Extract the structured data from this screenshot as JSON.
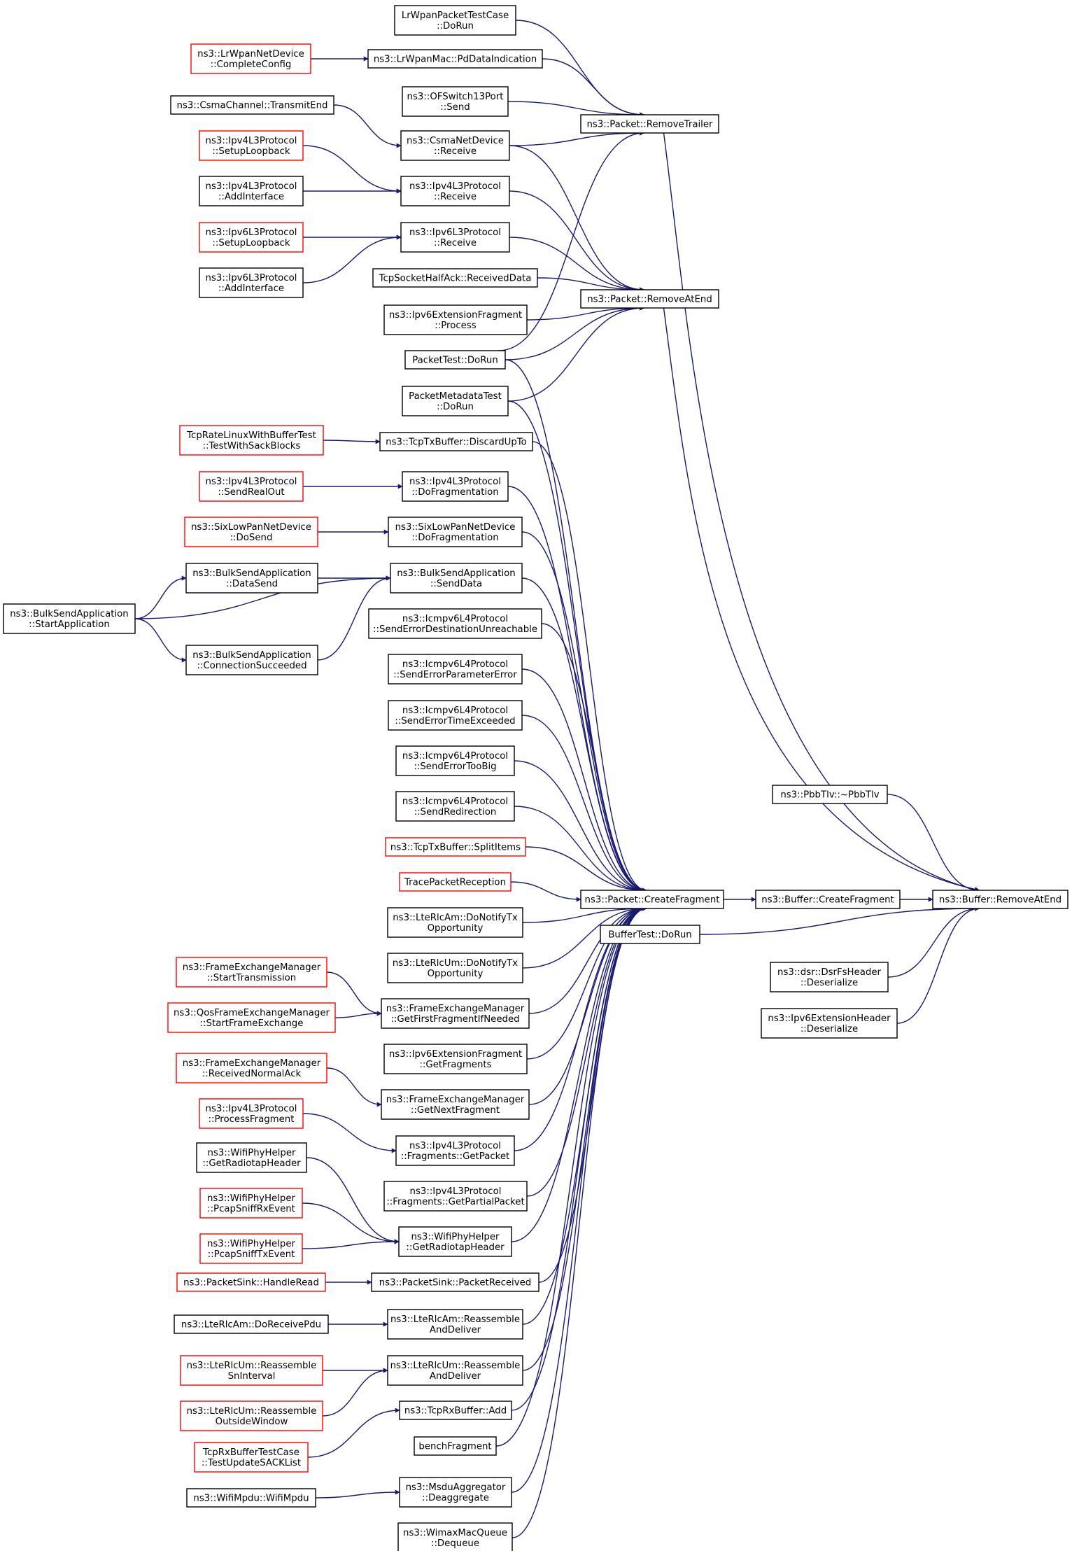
{
  "colors": {
    "edge": "#191970",
    "node_border_default": "#000000",
    "node_border_truncated": "#ff0000",
    "node_fill_default": "#ffffff",
    "node_fill_focus": "#bfbfbf"
  },
  "nodes": {
    "remove_at_end_buffer": {
      "lines": [
        "ns3::Buffer::RemoveAtEnd"
      ],
      "border": "black",
      "focus": true
    },
    "buffer_create_fragment": {
      "lines": [
        "ns3::Buffer::CreateFragment"
      ],
      "border": "black"
    },
    "buffer_test_do_run": {
      "lines": [
        "BufferTest::DoRun"
      ],
      "border": "black"
    },
    "pbbtlv_dtor": {
      "lines": [
        "ns3::PbbTlv::~PbbTlv"
      ],
      "border": "black"
    },
    "dsr_fs_header_deserialize": {
      "lines": [
        "ns3::dsr::DsrFsHeader",
        "::Deserialize"
      ],
      "border": "black"
    },
    "ipv6_extension_header_deserialize": {
      "lines": [
        "ns3::Ipv6ExtensionHeader",
        "::Deserialize"
      ],
      "border": "black"
    },
    "packet_remove_trailer": {
      "lines": [
        "ns3::Packet::RemoveTrailer"
      ],
      "border": "black"
    },
    "packet_remove_at_end": {
      "lines": [
        "ns3::Packet::RemoveAtEnd"
      ],
      "border": "black"
    },
    "packet_create_fragment": {
      "lines": [
        "ns3::Packet::CreateFragment"
      ],
      "border": "black"
    },
    "lrwpan_packet_test_case_do_run": {
      "lines": [
        "LrWpanPacketTestCase",
        "::DoRun"
      ],
      "border": "black"
    },
    "lrwpan_mac_pd_data_indication": {
      "lines": [
        "ns3::LrWpanMac::PdDataIndication"
      ],
      "border": "black"
    },
    "lrwpan_net_device_complete_config": {
      "lines": [
        "ns3::LrWpanNetDevice",
        "::CompleteConfig"
      ],
      "border": "red"
    },
    "ofswitch13_port_send": {
      "lines": [
        "ns3::OFSwitch13Port",
        "::Send"
      ],
      "border": "black"
    },
    "csma_channel_transmit_end": {
      "lines": [
        "ns3::CsmaChannel::TransmitEnd"
      ],
      "border": "black"
    },
    "csma_net_device_receive": {
      "lines": [
        "ns3::CsmaNetDevice",
        "::Receive"
      ],
      "border": "black"
    },
    "ipv4_l3_setup_loopback": {
      "lines": [
        "ns3::Ipv4L3Protocol",
        "::SetupLoopback"
      ],
      "border": "red"
    },
    "ipv4_l3_add_interface": {
      "lines": [
        "ns3::Ipv4L3Protocol",
        "::AddInterface"
      ],
      "border": "black"
    },
    "ipv4_l3_receive": {
      "lines": [
        "ns3::Ipv4L3Protocol",
        "::Receive"
      ],
      "border": "black"
    },
    "ipv6_l3_setup_loopback": {
      "lines": [
        "ns3::Ipv6L3Protocol",
        "::SetupLoopback"
      ],
      "border": "red"
    },
    "ipv6_l3_add_interface": {
      "lines": [
        "ns3::Ipv6L3Protocol",
        "::AddInterface"
      ],
      "border": "black"
    },
    "ipv6_l3_receive": {
      "lines": [
        "ns3::Ipv6L3Protocol",
        "::Receive"
      ],
      "border": "black"
    },
    "tcp_socket_half_ack_received_data": {
      "lines": [
        "TcpSocketHalfAck::ReceivedData"
      ],
      "border": "black"
    },
    "ipv6_extension_fragment_process": {
      "lines": [
        "ns3::Ipv6ExtensionFragment",
        "::Process"
      ],
      "border": "black"
    },
    "packet_test_do_run": {
      "lines": [
        "PacketTest::DoRun"
      ],
      "border": "black"
    },
    "packet_metadata_test_do_run": {
      "lines": [
        "PacketMetadataTest",
        "::DoRun"
      ],
      "border": "black"
    },
    "tcp_rate_linux_test_with_sack_blocks": {
      "lines": [
        "TcpRateLinuxWithBufferTest",
        "::TestWithSackBlocks"
      ],
      "border": "red"
    },
    "tcp_tx_buffer_discard_up_to": {
      "lines": [
        "ns3::TcpTxBuffer::DiscardUpTo"
      ],
      "border": "black"
    },
    "ipv4_l3_send_real_out": {
      "lines": [
        "ns3::Ipv4L3Protocol",
        "::SendRealOut"
      ],
      "border": "red"
    },
    "ipv4_l3_do_fragmentation": {
      "lines": [
        "ns3::Ipv4L3Protocol",
        "::DoFragmentation"
      ],
      "border": "black"
    },
    "sixlowpan_do_send": {
      "lines": [
        "ns3::SixLowPanNetDevice",
        "::DoSend"
      ],
      "border": "red"
    },
    "sixlowpan_do_fragmentation": {
      "lines": [
        "ns3::SixLowPanNetDevice",
        "::DoFragmentation"
      ],
      "border": "black"
    },
    "bulk_send_data_send": {
      "lines": [
        "ns3::BulkSendApplication",
        "::DataSend"
      ],
      "border": "black"
    },
    "bulk_send_start_application": {
      "lines": [
        "ns3::BulkSendApplication",
        "::StartApplication"
      ],
      "border": "black"
    },
    "bulk_send_connection_succeeded": {
      "lines": [
        "ns3::BulkSendApplication",
        "::ConnectionSucceeded"
      ],
      "border": "black"
    },
    "bulk_send_send_data": {
      "lines": [
        "ns3::BulkSendApplication",
        "::SendData"
      ],
      "border": "black"
    },
    "icmpv6_send_error_dest_unreachable": {
      "lines": [
        "ns3::Icmpv6L4Protocol",
        "::SendErrorDestinationUnreachable"
      ],
      "border": "black"
    },
    "icmpv6_send_error_parameter_error": {
      "lines": [
        "ns3::Icmpv6L4Protocol",
        "::SendErrorParameterError"
      ],
      "border": "black"
    },
    "icmpv6_send_error_time_exceeded": {
      "lines": [
        "ns3::Icmpv6L4Protocol",
        "::SendErrorTimeExceeded"
      ],
      "border": "black"
    },
    "icmpv6_send_error_too_big": {
      "lines": [
        "ns3::Icmpv6L4Protocol",
        "::SendErrorTooBig"
      ],
      "border": "black"
    },
    "icmpv6_send_redirection": {
      "lines": [
        "ns3::Icmpv6L4Protocol",
        "::SendRedirection"
      ],
      "border": "black"
    },
    "tcp_tx_buffer_split_items": {
      "lines": [
        "ns3::TcpTxBuffer::SplitItems"
      ],
      "border": "red"
    },
    "trace_packet_reception": {
      "lines": [
        "TracePacketReception"
      ],
      "border": "red"
    },
    "lte_rlc_am_do_notify_tx_opportunity": {
      "lines": [
        "ns3::LteRlcAm::DoNotifyTx",
        "Opportunity"
      ],
      "border": "black"
    },
    "lte_rlc_um_do_notify_tx_opportunity": {
      "lines": [
        "ns3::LteRlcUm::DoNotifyTx",
        "Opportunity"
      ],
      "border": "black"
    },
    "fem_start_transmission": {
      "lines": [
        "ns3::FrameExchangeManager",
        "::StartTransmission"
      ],
      "border": "red"
    },
    "qos_fem_start_frame_exchange": {
      "lines": [
        "ns3::QosFrameExchangeManager",
        "::StartFrameExchange"
      ],
      "border": "red"
    },
    "fem_get_first_fragment_if_needed": {
      "lines": [
        "ns3::FrameExchangeManager",
        "::GetFirstFragmentIfNeeded"
      ],
      "border": "black"
    },
    "ipv6_extension_fragment_get_fragments": {
      "lines": [
        "ns3::Ipv6ExtensionFragment",
        "::GetFragments"
      ],
      "border": "black"
    },
    "fem_received_normal_ack": {
      "lines": [
        "ns3::FrameExchangeManager",
        "::ReceivedNormalAck"
      ],
      "border": "red"
    },
    "fem_get_next_fragment": {
      "lines": [
        "ns3::FrameExchangeManager",
        "::GetNextFragment"
      ],
      "border": "black"
    },
    "ipv4_l3_process_fragment": {
      "lines": [
        "ns3::Ipv4L3Protocol",
        "::ProcessFragment"
      ],
      "border": "red"
    },
    "ipv4_fragments_get_packet": {
      "lines": [
        "ns3::Ipv4L3Protocol",
        "::Fragments::GetPacket"
      ],
      "border": "black"
    },
    "ipv4_fragments_get_partial_packet": {
      "lines": [
        "ns3::Ipv4L3Protocol",
        "::Fragments::GetPartialPacket"
      ],
      "border": "black"
    },
    "wifi_phy_helper_get_radiotap_header_left": {
      "lines": [
        "ns3::WifiPhyHelper",
        "::GetRadiotapHeader"
      ],
      "border": "black"
    },
    "wifi_phy_helper_pcap_sniff_rx_event": {
      "lines": [
        "ns3::WifiPhyHelper",
        "::PcapSniffRxEvent"
      ],
      "border": "red"
    },
    "wifi_phy_helper_pcap_sniff_tx_event": {
      "lines": [
        "ns3::WifiPhyHelper",
        "::PcapSniffTxEvent"
      ],
      "border": "red"
    },
    "wifi_phy_helper_get_radiotap_header": {
      "lines": [
        "ns3::WifiPhyHelper",
        "::GetRadiotapHeader"
      ],
      "border": "black"
    },
    "packet_sink_handle_read": {
      "lines": [
        "ns3::PacketSink::HandleRead"
      ],
      "border": "red"
    },
    "packet_sink_packet_received": {
      "lines": [
        "ns3::PacketSink::PacketReceived"
      ],
      "border": "black"
    },
    "lte_rlc_am_do_receive_pdu": {
      "lines": [
        "ns3::LteRlcAm::DoReceivePdu"
      ],
      "border": "black"
    },
    "lte_rlc_am_reassemble_and_deliver": {
      "lines": [
        "ns3::LteRlcAm::Reassemble",
        "AndDeliver"
      ],
      "border": "black"
    },
    "lte_rlc_um_reassemble_sn_interval": {
      "lines": [
        "ns3::LteRlcUm::Reassemble",
        "SnInterval"
      ],
      "border": "red"
    },
    "lte_rlc_um_reassemble_outside_window": {
      "lines": [
        "ns3::LteRlcUm::Reassemble",
        "OutsideWindow"
      ],
      "border": "red"
    },
    "lte_rlc_um_reassemble_and_deliver": {
      "lines": [
        "ns3::LteRlcUm::Reassemble",
        "AndDeliver"
      ],
      "border": "black"
    },
    "tcp_rx_buffer_test_update_sack_list": {
      "lines": [
        "TcpRxBufferTestCase",
        "::TestUpdateSACKList"
      ],
      "border": "red"
    },
    "tcp_rx_buffer_add": {
      "lines": [
        "ns3::TcpRxBuffer::Add"
      ],
      "border": "black"
    },
    "bench_fragment": {
      "lines": [
        "benchFragment"
      ],
      "border": "black"
    },
    "wifi_mpdu_ctor": {
      "lines": [
        "ns3::WifiMpdu::WifiMpdu"
      ],
      "border": "black"
    },
    "msdu_aggregator_deaggregate": {
      "lines": [
        "ns3::MsduAggregator",
        "::Deaggregate"
      ],
      "border": "black"
    },
    "wimax_mac_queue_dequeue": {
      "lines": [
        "ns3::WimaxMacQueue",
        "::Dequeue"
      ],
      "border": "black"
    }
  },
  "edges": [
    [
      "buffer_create_fragment",
      "remove_at_end_buffer"
    ],
    [
      "buffer_test_do_run",
      "remove_at_end_buffer"
    ],
    [
      "pbbtlv_dtor",
      "remove_at_end_buffer"
    ],
    [
      "dsr_fs_header_deserialize",
      "remove_at_end_buffer"
    ],
    [
      "ipv6_extension_header_deserialize",
      "remove_at_end_buffer"
    ],
    [
      "packet_remove_trailer",
      "remove_at_end_buffer"
    ],
    [
      "packet_remove_at_end",
      "remove_at_end_buffer"
    ],
    [
      "packet_create_fragment",
      "buffer_create_fragment"
    ],
    [
      "lrwpan_packet_test_case_do_run",
      "packet_remove_trailer"
    ],
    [
      "lrwpan_mac_pd_data_indication",
      "packet_remove_trailer"
    ],
    [
      "lrwpan_net_device_complete_config",
      "lrwpan_mac_pd_data_indication"
    ],
    [
      "ofswitch13_port_send",
      "packet_remove_trailer"
    ],
    [
      "csma_net_device_receive",
      "packet_remove_trailer"
    ],
    [
      "csma_channel_transmit_end",
      "csma_net_device_receive"
    ],
    [
      "packet_test_do_run",
      "packet_remove_trailer"
    ],
    [
      "csma_net_device_receive",
      "packet_remove_at_end"
    ],
    [
      "ipv4_l3_receive",
      "packet_remove_at_end"
    ],
    [
      "ipv4_l3_setup_loopback",
      "ipv4_l3_receive"
    ],
    [
      "ipv4_l3_add_interface",
      "ipv4_l3_receive"
    ],
    [
      "ipv6_l3_receive",
      "packet_remove_at_end"
    ],
    [
      "ipv6_l3_setup_loopback",
      "ipv6_l3_receive"
    ],
    [
      "ipv6_l3_add_interface",
      "ipv6_l3_receive"
    ],
    [
      "tcp_socket_half_ack_received_data",
      "packet_remove_at_end"
    ],
    [
      "ipv6_extension_fragment_process",
      "packet_remove_at_end"
    ],
    [
      "packet_test_do_run",
      "packet_remove_at_end"
    ],
    [
      "packet_metadata_test_do_run",
      "packet_remove_at_end"
    ],
    [
      "packet_test_do_run",
      "packet_create_fragment"
    ],
    [
      "packet_metadata_test_do_run",
      "packet_create_fragment"
    ],
    [
      "tcp_tx_buffer_discard_up_to",
      "packet_create_fragment"
    ],
    [
      "tcp_rate_linux_test_with_sack_blocks",
      "tcp_tx_buffer_discard_up_to"
    ],
    [
      "ipv4_l3_do_fragmentation",
      "packet_create_fragment"
    ],
    [
      "ipv4_l3_send_real_out",
      "ipv4_l3_do_fragmentation"
    ],
    [
      "sixlowpan_do_fragmentation",
      "packet_create_fragment"
    ],
    [
      "sixlowpan_do_send",
      "sixlowpan_do_fragmentation"
    ],
    [
      "bulk_send_send_data",
      "packet_create_fragment"
    ],
    [
      "bulk_send_data_send",
      "bulk_send_send_data"
    ],
    [
      "bulk_send_start_application",
      "bulk_send_send_data"
    ],
    [
      "bulk_send_connection_succeeded",
      "bulk_send_send_data"
    ],
    [
      "bulk_send_start_application",
      "bulk_send_data_send"
    ],
    [
      "bulk_send_start_application",
      "bulk_send_connection_succeeded"
    ],
    [
      "icmpv6_send_error_dest_unreachable",
      "packet_create_fragment"
    ],
    [
      "icmpv6_send_error_parameter_error",
      "packet_create_fragment"
    ],
    [
      "icmpv6_send_error_time_exceeded",
      "packet_create_fragment"
    ],
    [
      "icmpv6_send_error_too_big",
      "packet_create_fragment"
    ],
    [
      "icmpv6_send_redirection",
      "packet_create_fragment"
    ],
    [
      "tcp_tx_buffer_split_items",
      "packet_create_fragment"
    ],
    [
      "trace_packet_reception",
      "packet_create_fragment"
    ],
    [
      "lte_rlc_am_do_notify_tx_opportunity",
      "packet_create_fragment"
    ],
    [
      "lte_rlc_um_do_notify_tx_opportunity",
      "packet_create_fragment"
    ],
    [
      "fem_get_first_fragment_if_needed",
      "packet_create_fragment"
    ],
    [
      "fem_start_transmission",
      "fem_get_first_fragment_if_needed"
    ],
    [
      "qos_fem_start_frame_exchange",
      "fem_get_first_fragment_if_needed"
    ],
    [
      "ipv6_extension_fragment_get_fragments",
      "packet_create_fragment"
    ],
    [
      "fem_get_next_fragment",
      "packet_create_fragment"
    ],
    [
      "fem_received_normal_ack",
      "fem_get_next_fragment"
    ],
    [
      "ipv4_fragments_get_packet",
      "packet_create_fragment"
    ],
    [
      "ipv4_l3_process_fragment",
      "ipv4_fragments_get_packet"
    ],
    [
      "ipv4_fragments_get_partial_packet",
      "packet_create_fragment"
    ],
    [
      "wifi_phy_helper_get_radiotap_header",
      "packet_create_fragment"
    ],
    [
      "wifi_phy_helper_get_radiotap_header_left",
      "wifi_phy_helper_get_radiotap_header"
    ],
    [
      "wifi_phy_helper_pcap_sniff_rx_event",
      "wifi_phy_helper_get_radiotap_header"
    ],
    [
      "wifi_phy_helper_pcap_sniff_tx_event",
      "wifi_phy_helper_get_radiotap_header"
    ],
    [
      "packet_sink_packet_received",
      "packet_create_fragment"
    ],
    [
      "packet_sink_handle_read",
      "packet_sink_packet_received"
    ],
    [
      "lte_rlc_am_reassemble_and_deliver",
      "packet_create_fragment"
    ],
    [
      "lte_rlc_am_do_receive_pdu",
      "lte_rlc_am_reassemble_and_deliver"
    ],
    [
      "lte_rlc_um_reassemble_and_deliver",
      "packet_create_fragment"
    ],
    [
      "lte_rlc_um_reassemble_sn_interval",
      "lte_rlc_um_reassemble_and_deliver"
    ],
    [
      "lte_rlc_um_reassemble_outside_window",
      "lte_rlc_um_reassemble_and_deliver"
    ],
    [
      "tcp_rx_buffer_add",
      "packet_create_fragment"
    ],
    [
      "tcp_rx_buffer_test_update_sack_list",
      "tcp_rx_buffer_add"
    ],
    [
      "bench_fragment",
      "packet_create_fragment"
    ],
    [
      "msdu_aggregator_deaggregate",
      "packet_create_fragment"
    ],
    [
      "wifi_mpdu_ctor",
      "msdu_aggregator_deaggregate"
    ],
    [
      "wimax_mac_queue_dequeue",
      "packet_create_fragment"
    ]
  ]
}
